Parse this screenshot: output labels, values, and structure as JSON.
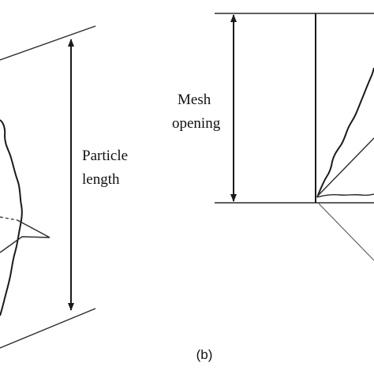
{
  "labels": {
    "particle_length_line1": "Particle",
    "particle_length_line2": "length",
    "mesh_opening_line1": "Mesh",
    "mesh_opening_line2": "opening",
    "caption_b": "(b)"
  }
}
